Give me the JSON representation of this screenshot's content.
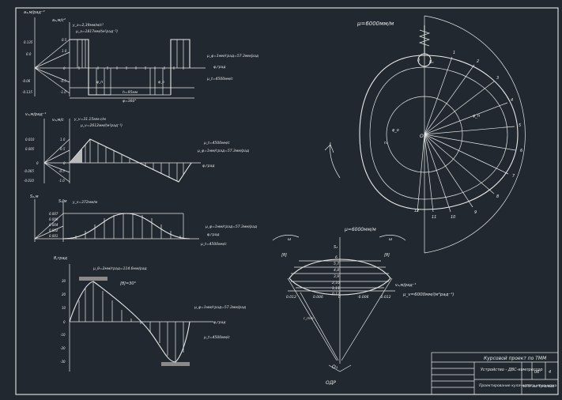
{
  "graphs": {
    "accel": {
      "ylabel1": "a₂,м/рад⁻²",
      "ylabel2": "a₂,м/с²",
      "label_a": "y_a=2,39мм/м/с²",
      "label_ma": "μ_a=1817мм/(м²рад⁻²)",
      "mu_phi": "μ_φ=1мм/град=57.3мм/рад",
      "mu_t": "μ_t=4500мм/с",
      "phi_y": "φ,град",
      "phi_p": "φ_п",
      "phi_o": "φ_о",
      "h_label": "h=95мм",
      "phi_total": "φ=360°",
      "ticks_left": [
        "0.135",
        "0.0",
        "-0.06",
        "-0.135"
      ],
      "ticks_right": [
        "0.5",
        "1.0",
        "0",
        "-0.5",
        "-1.0"
      ]
    },
    "velocity": {
      "ylabel1": "v₂,м/рад⁻¹",
      "ylabel2": "v₂,м/с",
      "label_v": "y_v=31.15мм·с/м",
      "label_mv": "μ_v=2612мм/(м²рад⁻¹)",
      "mu_t": "μ_t=4500мм/с",
      "mu_phi": "μ_φ=1мм/град=57.3мм/рад",
      "phi_y": "φ,град",
      "ticks_left": [
        "0.010",
        "0.005",
        "0",
        "-0.005",
        "-0.010"
      ],
      "ticks_right": [
        "1.0",
        "0.5",
        "0",
        "-0.5",
        "-1.0"
      ]
    },
    "displacement": {
      "ylabel1": "S₂,м",
      "ylabel2": "S₂,м",
      "label_s": "y_s=372мм/м",
      "mu_phi": "μ_φ=1мм/град=57.3мм/рад",
      "phi_y": "φ,град",
      "mu_t": "μ_t=4500мм/с",
      "ticks": [
        "0.007",
        "0.006",
        "0.004",
        "0.002",
        "0.001"
      ]
    },
    "pressure": {
      "ylabel": "θ,град",
      "label_top": "μ_θ=2мм/град=114.6мм/рад",
      "label_theta": "[θ]=30°",
      "mu_phi": "μ_φ=1мм/град=57.3мм/рад",
      "phi_y": "φ,град",
      "mu_t": "μ_t=4500мм/с",
      "ticks": [
        "30",
        "20",
        "10",
        "0",
        "-10",
        "-20",
        "-30"
      ]
    }
  },
  "cam": {
    "scale": "μ=6000мм/м",
    "labels": [
      "O₁",
      "B₀",
      "φ_п",
      "φ_о",
      "r₀"
    ],
    "numbers": [
      "0",
      "1",
      "2",
      "3",
      "4",
      "5",
      "6",
      "7",
      "8",
      "9",
      "10",
      "11",
      "12"
    ]
  },
  "phase": {
    "scale": "μ=6000мм/м",
    "y_label": "S₂",
    "x_label": "v₂,м/рад⁻¹",
    "x_scale": "μ_v=6000мм/(м²рад⁻¹)",
    "left_label": "[θ]",
    "right_label": "[θ]",
    "omega1": "ω",
    "omega2": "ω",
    "row_labels": [
      "0,12",
      "1,11",
      "2,10",
      "3,9",
      "4,8",
      "5,7",
      "6"
    ],
    "x_ticks": [
      "0.012",
      "0.006",
      "0",
      "-0.006",
      "-0.012"
    ],
    "min_r": "r_min",
    "point": "O₁",
    "odr": "ОДР"
  },
  "title_block": {
    "course": "Курсовой проект по ТММ",
    "doc_title": "Устройство - ДВС-компрессор",
    "sheet_title": "Проектирование кулачкового механизма",
    "sheet": "06",
    "sheets": "4",
    "org": "КГТУ им. Туполева"
  }
}
